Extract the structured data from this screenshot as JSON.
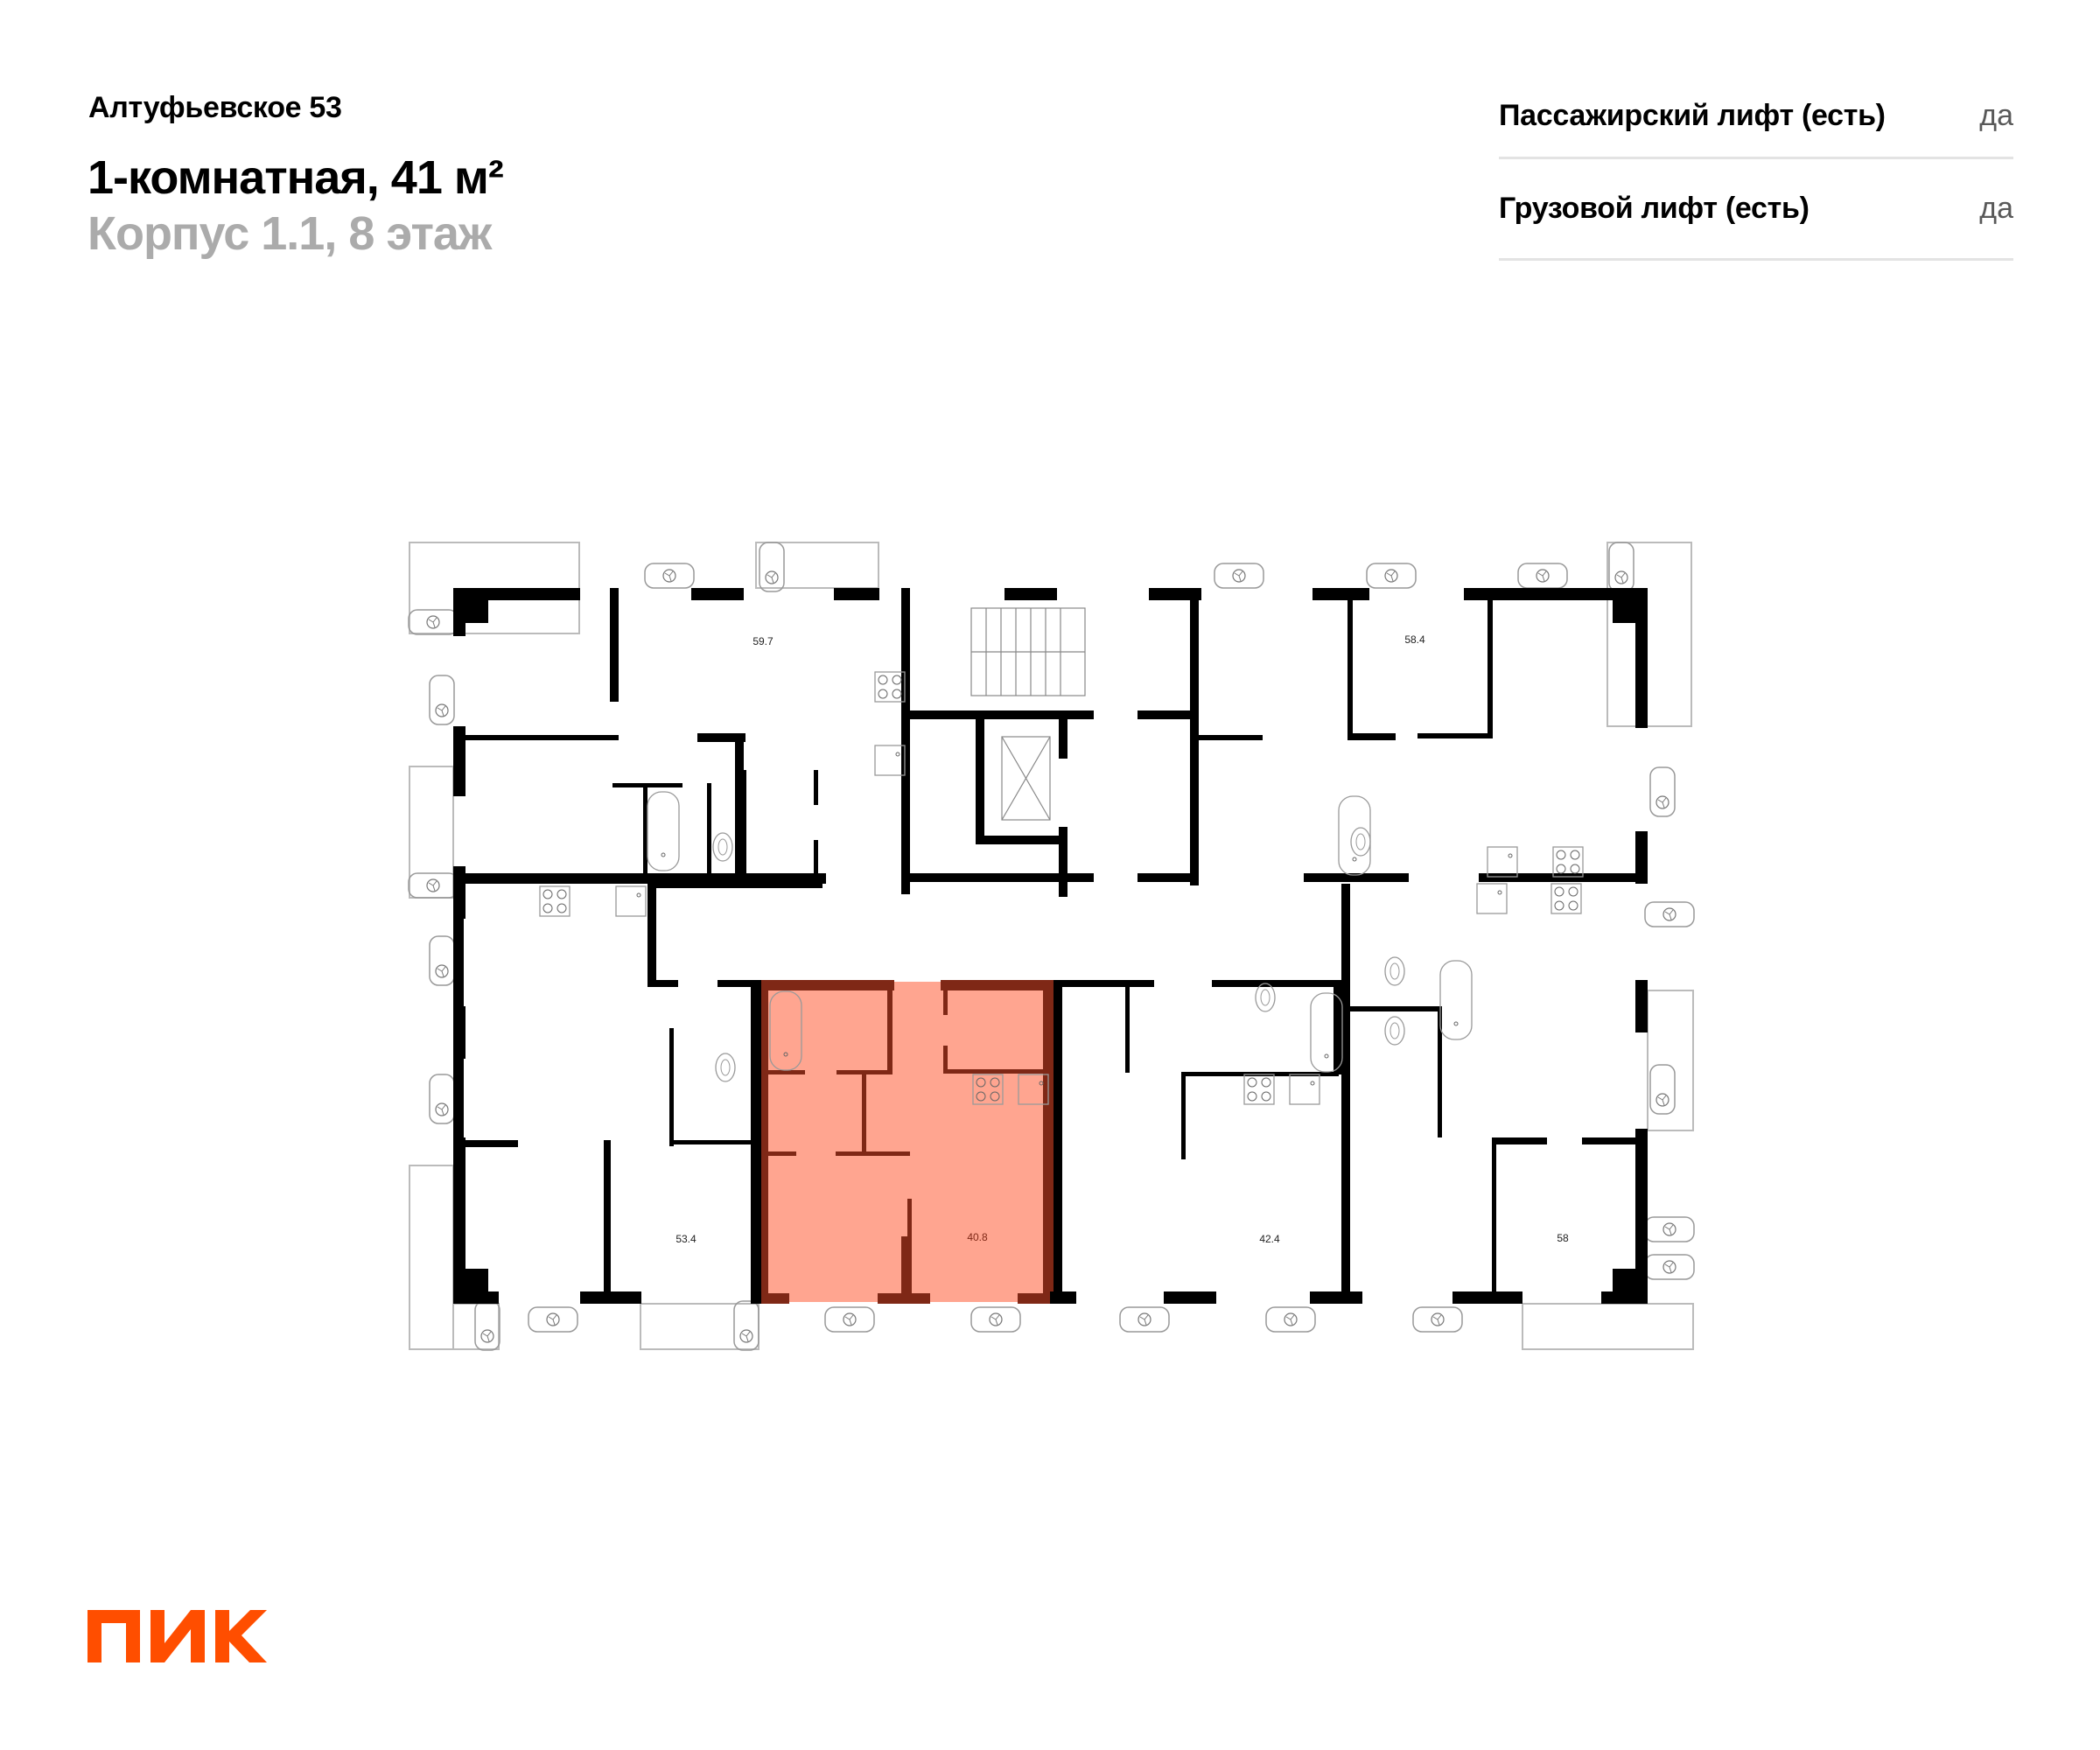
{
  "header": {
    "project_name": "Алтуфьевское 53",
    "apartment_title": "1-комнатная, 41 м²",
    "building_floor": "Корпус 1.1, 8 этаж"
  },
  "features": [
    {
      "label": "Пассажирский лифт (есть)",
      "value": "да"
    },
    {
      "label": "Грузовой лифт (есть)",
      "value": "да"
    }
  ],
  "floor_plan": {
    "highlight_color": "#FFA590",
    "highlight_wall_color": "#7F2816",
    "wall_color": "#000000",
    "selected_apartment_area": "40.8",
    "apartment_areas": [
      {
        "id": "top-left",
        "area": "59.7"
      },
      {
        "id": "top-right",
        "area": "58.4"
      },
      {
        "id": "bottom-left",
        "area": "53.4"
      },
      {
        "id": "selected",
        "area": "40.8"
      },
      {
        "id": "bottom-center-right",
        "area": "42.4"
      },
      {
        "id": "bottom-right",
        "area": "58"
      }
    ]
  },
  "brand": {
    "logo_text": "ПИК",
    "logo_color": "#FF4E00"
  }
}
